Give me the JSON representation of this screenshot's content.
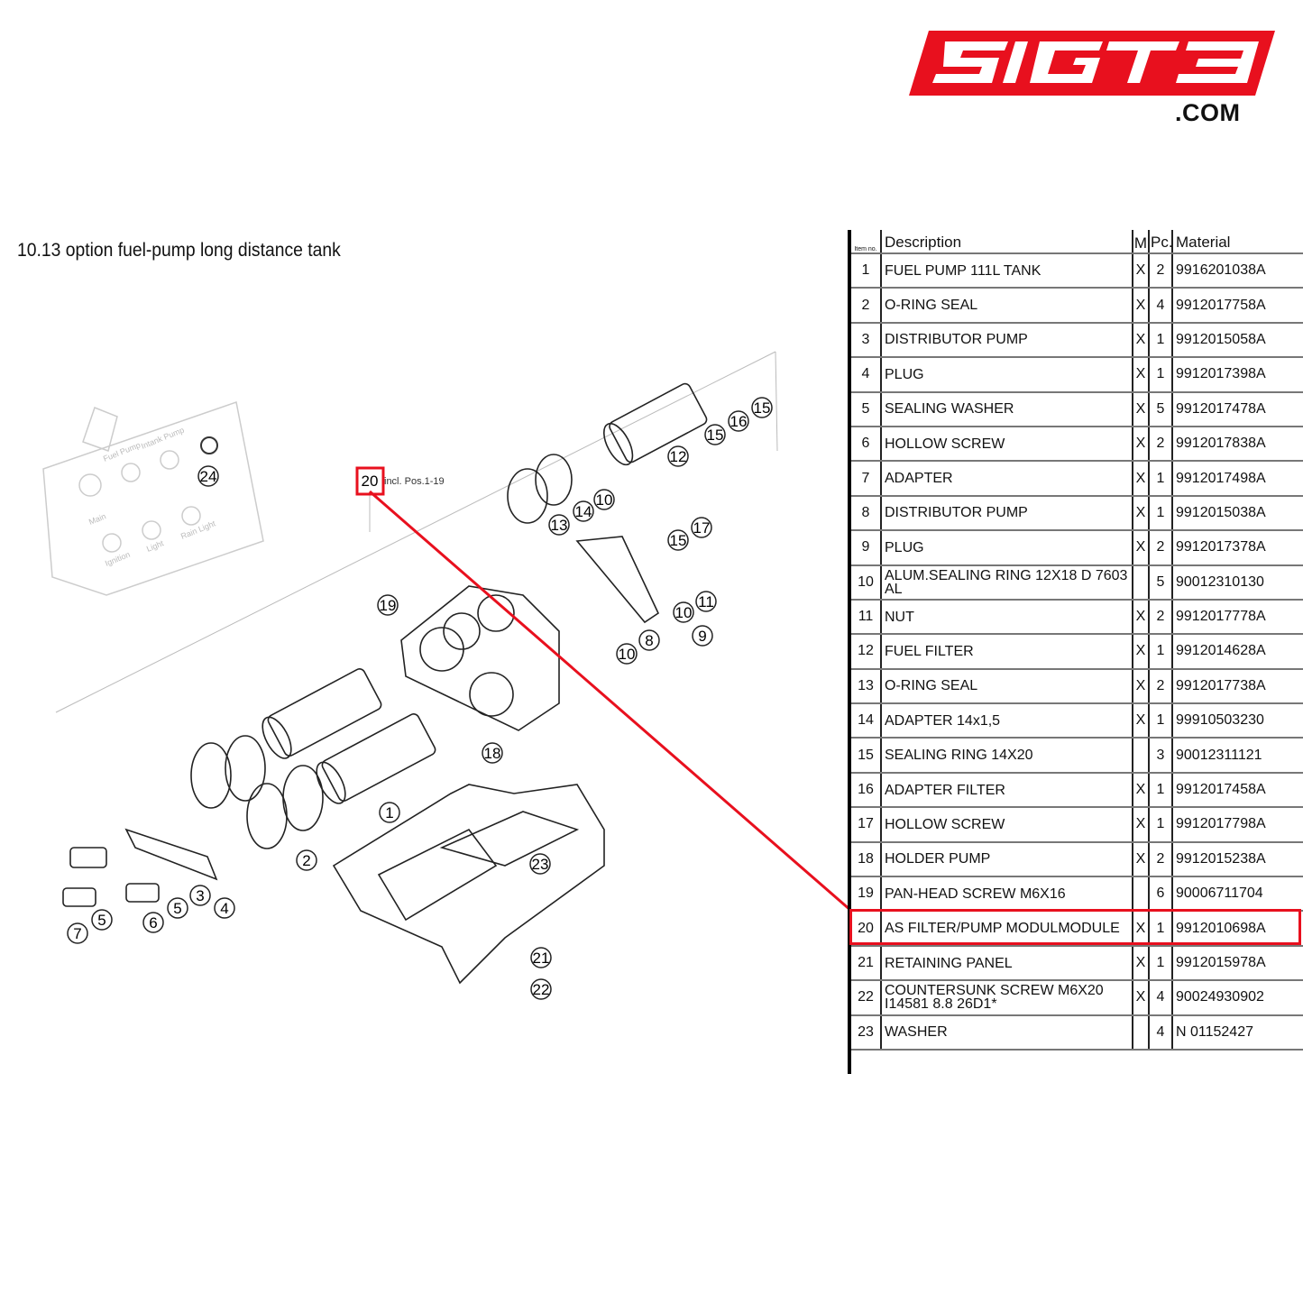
{
  "brand": {
    "logo_text": "SIGTB",
    "domain_suffix": ".COM",
    "color": "#e8101e"
  },
  "section_title": "10.13  option fuel-pump long distance tank",
  "diagram": {
    "assembly_note": "incl. Pos.1-19",
    "panel_labels": [
      "Fuel Pump",
      "Intank Pump",
      "Main",
      "Ignition",
      "Light",
      "Rain Light"
    ],
    "callouts": [
      "24",
      "20",
      "19",
      "13",
      "14",
      "10",
      "12",
      "15",
      "16",
      "15",
      "17",
      "15",
      "11",
      "10",
      "9",
      "8",
      "10",
      "18",
      "1",
      "2",
      "23",
      "21",
      "22",
      "3",
      "4",
      "5",
      "6",
      "5",
      "7"
    ],
    "highlighted_callout": "20"
  },
  "table": {
    "headers": {
      "item": "Item no.",
      "description": "Description",
      "m": "M",
      "pc": "Pc.",
      "material": "Material"
    },
    "highlighted_item": "20",
    "rows": [
      {
        "item": "1",
        "description": "FUEL PUMP 111L TANK",
        "m": "X",
        "pc": "2",
        "material": "9916201038A"
      },
      {
        "item": "2",
        "description": "O-RING SEAL",
        "m": "X",
        "pc": "4",
        "material": "9912017758A"
      },
      {
        "item": "3",
        "description": "DISTRIBUTOR PUMP",
        "m": "X",
        "pc": "1",
        "material": "9912015058A"
      },
      {
        "item": "4",
        "description": "PLUG",
        "m": "X",
        "pc": "1",
        "material": "9912017398A"
      },
      {
        "item": "5",
        "description": "SEALING WASHER",
        "m": "X",
        "pc": "5",
        "material": "9912017478A"
      },
      {
        "item": "6",
        "description": "HOLLOW SCREW",
        "m": "X",
        "pc": "2",
        "material": "9912017838A"
      },
      {
        "item": "7",
        "description": "ADAPTER",
        "m": "X",
        "pc": "1",
        "material": "9912017498A"
      },
      {
        "item": "8",
        "description": "DISTRIBUTOR PUMP",
        "m": "X",
        "pc": "1",
        "material": "9912015038A"
      },
      {
        "item": "9",
        "description": "PLUG",
        "m": "X",
        "pc": "2",
        "material": "9912017378A"
      },
      {
        "item": "10",
        "description": "ALUM.SEALING RING 12X18 D 7603 AL",
        "m": "",
        "pc": "5",
        "material": "90012310130"
      },
      {
        "item": "11",
        "description": "NUT",
        "m": "X",
        "pc": "2",
        "material": "9912017778A"
      },
      {
        "item": "12",
        "description": "FUEL FILTER",
        "m": "X",
        "pc": "1",
        "material": "9912014628A"
      },
      {
        "item": "13",
        "description": "O-RING SEAL",
        "m": "X",
        "pc": "2",
        "material": "9912017738A"
      },
      {
        "item": "14",
        "description": "ADAPTER 14x1,5",
        "m": "X",
        "pc": "1",
        "material": "99910503230"
      },
      {
        "item": "15",
        "description": "SEALING RING 14X20",
        "m": "",
        "pc": "3",
        "material": "90012311121"
      },
      {
        "item": "16",
        "description": "ADAPTER FILTER",
        "m": "X",
        "pc": "1",
        "material": "9912017458A"
      },
      {
        "item": "17",
        "description": "HOLLOW SCREW",
        "m": "X",
        "pc": "1",
        "material": "9912017798A"
      },
      {
        "item": "18",
        "description": "HOLDER PUMP",
        "m": "X",
        "pc": "2",
        "material": "9912015238A"
      },
      {
        "item": "19",
        "description": "PAN-HEAD SCREW M6X16",
        "m": "",
        "pc": "6",
        "material": "90006711704"
      },
      {
        "item": "20",
        "description": "AS FILTER/PUMP MODULMODULE",
        "m": "X",
        "pc": "1",
        "material": "9912010698A"
      },
      {
        "item": "21",
        "description": "RETAINING PANEL",
        "m": "X",
        "pc": "1",
        "material": "9912015978A"
      },
      {
        "item": "22",
        "description": "COUNTERSUNK SCREW M6X20 I14581 8.8 26D1*",
        "m": "X",
        "pc": "4",
        "material": "90024930902"
      },
      {
        "item": "23",
        "description": "WASHER",
        "m": "",
        "pc": "4",
        "material": "N  01152427"
      }
    ]
  }
}
